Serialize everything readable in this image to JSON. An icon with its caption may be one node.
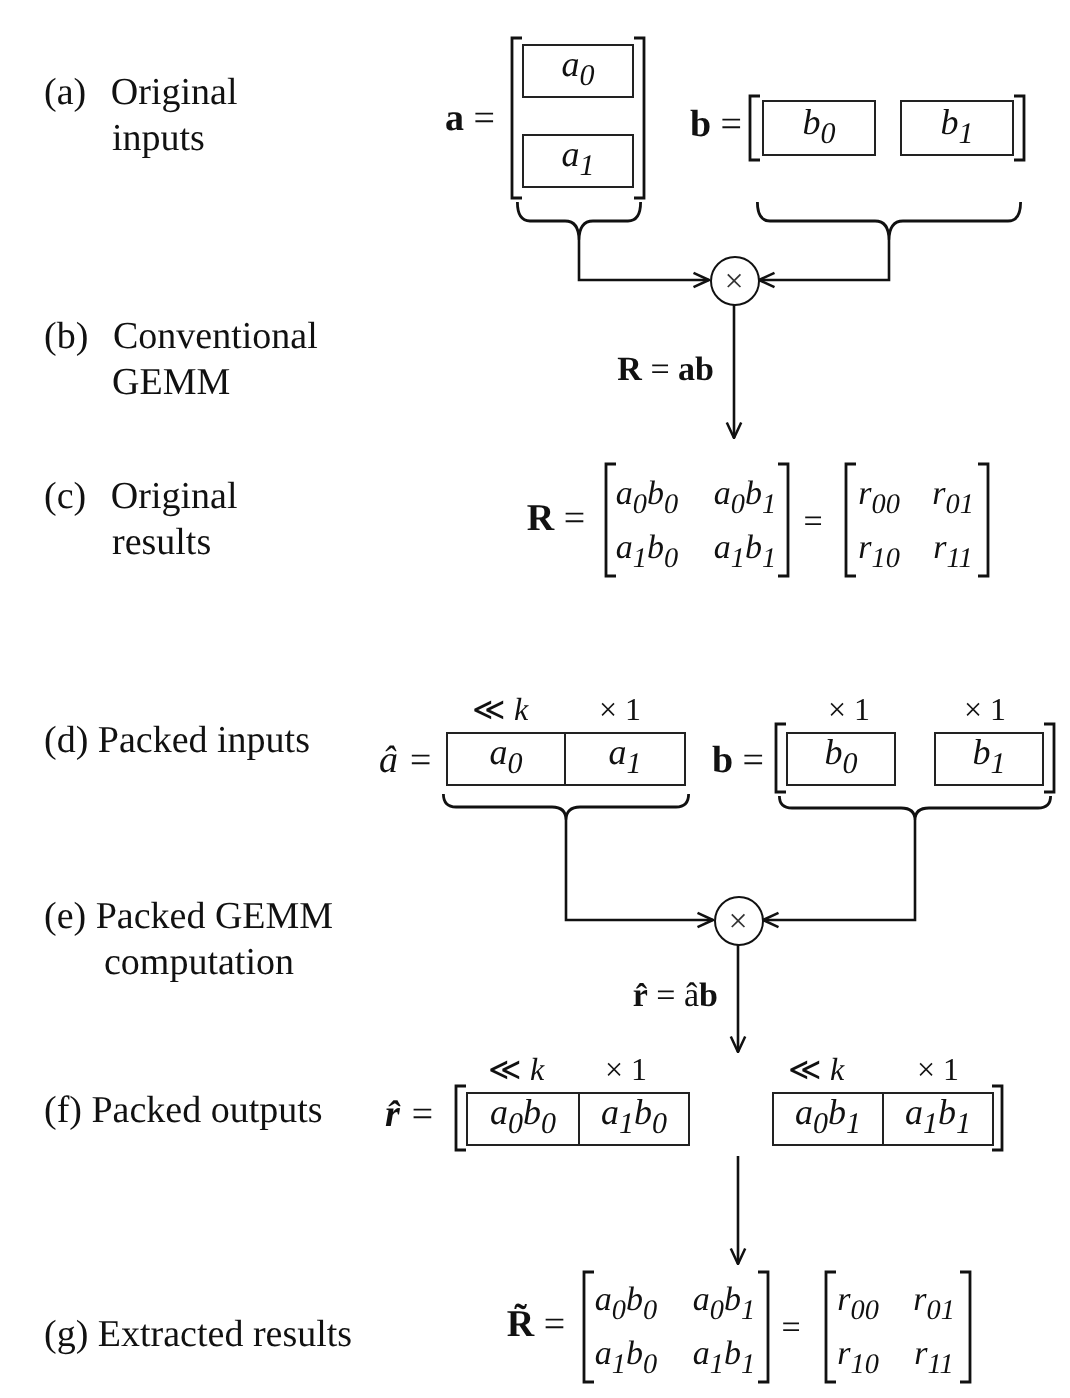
{
  "diagram": {
    "nodes": [
      {
        "text": [
          "**a** ="
        ]
      },
      {
        "text": [
          "a$_{0}$"
        ],
        "in": 0
      },
      {
        "text": [
          "a$_{1}$"
        ],
        "in": 0
      },
      {
        "text": [
          "**b** ="
        ]
      },
      {
        "text": [
          "b$_{0}$"
        ],
        "in": 3
      },
      {
        "text": [
          "b$_{1}$"
        ],
        "in": 3
      },
      {
        "text": [
          "×"
        ]
      },
      {
        "text": [
          "**R** =",
          "a$_{0}$b$_{0}$",
          "a$_{0}$b$_{1}$",
          "a$_{1}$b$_{0}$",
          "a$_{1}$b$_{1}$",
          "=",
          "r$_{00}$",
          "r$_{01}$",
          "r$_{10}$",
          "r$_{11}$"
        ]
      },
      {
        "text": [
          "â ="
        ]
      },
      {
        "text": [
          "a$_{0}$"
        ],
        "in": 8,
        "beside": [
          "≪ *k*"
        ]
      },
      {
        "text": [
          "a$_{1}$"
        ],
        "in": 8,
        "beside": [
          "× 1"
        ]
      },
      {
        "text": [
          "**b** ="
        ]
      },
      {
        "text": [
          "b$_{0}$"
        ],
        "in": 11,
        "beside": [
          "× 1"
        ]
      },
      {
        "text": [
          "b$_{1}$"
        ],
        "in": 11,
        "beside": [
          "× 1"
        ]
      },
      {
        "text": [
          "×"
        ]
      },
      {
        "text": [
          "**r̂** ="
        ]
      },
      {
        "text": [
          "a$_{0}$b$_{0}$"
        ],
        "in": 15,
        "beside": [
          "≪ *k*"
        ]
      },
      {
        "text": [
          "a$_{1}$b$_{0}$"
        ],
        "in": 15,
        "beside": [
          "× 1"
        ]
      },
      {
        "text": [
          "a$_{0}$b$_{1}$"
        ],
        "in": 15,
        "beside": [
          "≪ *k*"
        ]
      },
      {
        "text": [
          "a$_{1}$b$_{1}$"
        ],
        "in": 15,
        "beside": [
          "× 1"
        ]
      },
      {
        "text": [
          "**R̃** =",
          "a$_{0}$b$_{0}$",
          "a$_{0}$b$_{1}$",
          "a$_{1}$b$_{0}$",
          "a$_{1}$b$_{1}$",
          "=",
          "r$_{00}$",
          "r$_{01}$",
          "r$_{10}$",
          "r$_{11}$"
        ]
      }
    ],
    "edges": [
      {
        "from": 0,
        "to": 6,
        "arrow": "to"
      },
      {
        "from": 3,
        "to": 6,
        "arrow": "to"
      },
      {
        "from": 6,
        "to": 7,
        "arrow": "to",
        "label": "**R** = **ab**"
      },
      {
        "from": 8,
        "to": 14,
        "arrow": "to"
      },
      {
        "from": 11,
        "to": 14,
        "arrow": "to"
      },
      {
        "from": 14,
        "to": 15,
        "arrow": "to",
        "label": "**r̂** = â**b**"
      },
      {
        "from": 15,
        "to": 20,
        "arrow": "to"
      }
    ],
    "labels": [
      "(a) Original inputs",
      "(b) Conventional GEMM",
      "(c) Original results",
      "(d) Packed inputs",
      "(e) Packed GEMM computation",
      "(f) Packed outputs",
      "(g) Extracted results"
    ]
  }
}
